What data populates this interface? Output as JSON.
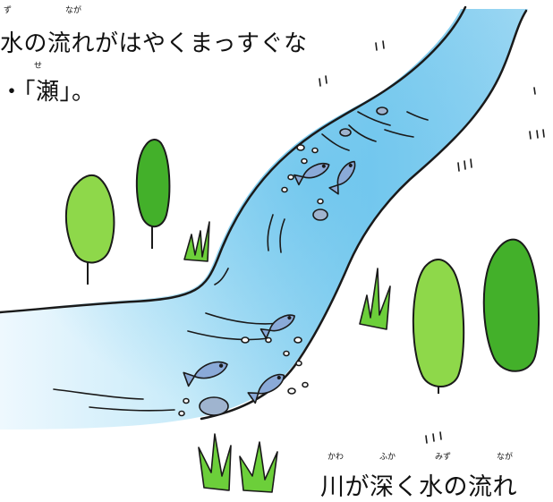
{
  "caption_top": {
    "line1": "水の流れがはやくまっすぐな",
    "line2": "・「瀬」。",
    "ruby_mizu": "ず",
    "ruby_naga": "なが",
    "ruby_se": "せ"
  },
  "caption_bottom": {
    "line": "川が深く水の流れ",
    "ruby_kawa": "かわ",
    "ruby_fuka": "ふか",
    "ruby_mizu": "みず",
    "ruby_naga": "なが"
  },
  "colors": {
    "water_light": "#e6f5fd",
    "water_mid": "#b5e3f7",
    "water_deep": "#6fc4ec",
    "tree_green": "#8ed84a",
    "tree_dark": "#43b02a",
    "grass": "#6ccf3a",
    "fish": "#8aaad8",
    "stone": "#9fb4cf"
  }
}
